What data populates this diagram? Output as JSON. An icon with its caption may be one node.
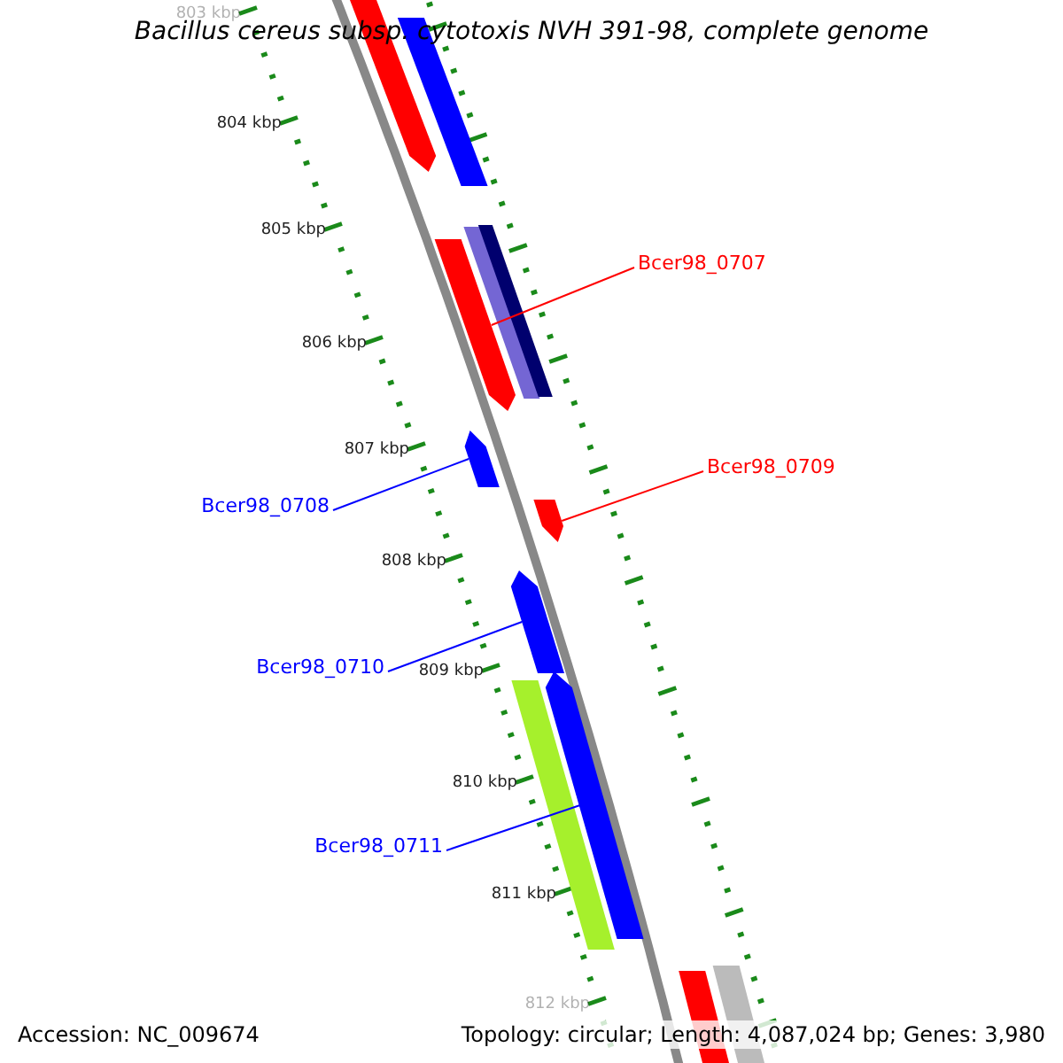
{
  "diagram": {
    "title": "Bacillus cereus subsp. cytotoxis NVH 391-98, complete genome",
    "nodes": [
      {
        "text": [
          "Bcer98_0707"
        ]
      },
      {
        "text": [
          "Bcer98_0709"
        ]
      },
      {
        "text": [
          "Bcer98_0708"
        ]
      },
      {
        "text": [
          "Bcer98_0710"
        ]
      },
      {
        "text": [
          "Bcer98_0711"
        ]
      },
      {
        "text": [],
        "shape": "arrow"
      },
      {
        "text": [],
        "shape": "bar"
      },
      {
        "text": [],
        "shape": "arrow"
      },
      {
        "text": [],
        "shape": "bar"
      },
      {
        "text": [],
        "shape": "bar"
      },
      {
        "text": [],
        "shape": "arrow"
      },
      {
        "text": [],
        "shape": "arrow"
      },
      {
        "text": [],
        "shape": "arrow"
      },
      {
        "text": [],
        "shape": "bar"
      },
      {
        "text": [],
        "shape": "arrow"
      },
      {
        "text": [],
        "shape": "bar"
      },
      {
        "text": [],
        "shape": "bar"
      }
    ],
    "edges": [
      {
        "from": 0,
        "to": 7,
        "arrow": "none",
        "color": "#ff0000"
      },
      {
        "from": 1,
        "to": 11,
        "arrow": "none",
        "color": "#ff0000"
      },
      {
        "from": 2,
        "to": 10,
        "arrow": "none"
      },
      {
        "from": 3,
        "to": 12,
        "arrow": "none"
      },
      {
        "from": 4,
        "to": 14,
        "arrow": "none"
      }
    ],
    "labels": [
      "803 kbp",
      "804 kbp",
      "805 kbp",
      "806 kbp",
      "807 kbp",
      "808 kbp",
      "809 kbp",
      "810 kbp",
      "811 kbp",
      "812 kbp",
      "Accession: NC_009674",
      "Topology: circular; Length: 4,087,024 bp; Genes: 3,980"
    ]
  }
}
